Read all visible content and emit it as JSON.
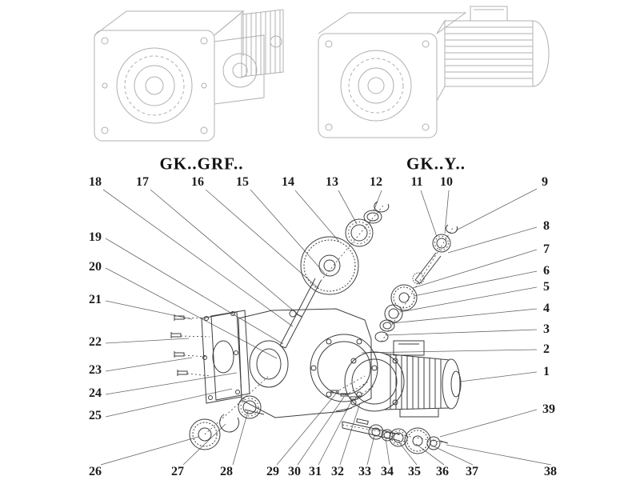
{
  "variant_labels": {
    "left": "GK..GRF..",
    "right": "GK..Y.."
  },
  "callouts": {
    "n1": "1",
    "n2": "2",
    "n3": "3",
    "n4": "4",
    "n5": "5",
    "n6": "6",
    "n7": "7",
    "n8": "8",
    "n9": "9",
    "n10": "10",
    "n11": "11",
    "n12": "12",
    "n13": "13",
    "n14": "14",
    "n15": "15",
    "n16": "16",
    "n17": "17",
    "n18": "18",
    "n19": "19",
    "n20": "20",
    "n21": "21",
    "n22": "22",
    "n23": "23",
    "n24": "24",
    "n25": "25",
    "n26": "26",
    "n27": "27",
    "n28": "28",
    "n29": "29",
    "n30": "30",
    "n31": "31",
    "n32": "32",
    "n33": "33",
    "n34": "34",
    "n35": "35",
    "n36": "36",
    "n37": "37",
    "n38": "38",
    "n39": "39"
  },
  "colors": {
    "line_art_faint": "#b0b0b0",
    "line_art_dark": "#3d3d3d",
    "leader": "#666666",
    "text": "#1c1c1c"
  }
}
